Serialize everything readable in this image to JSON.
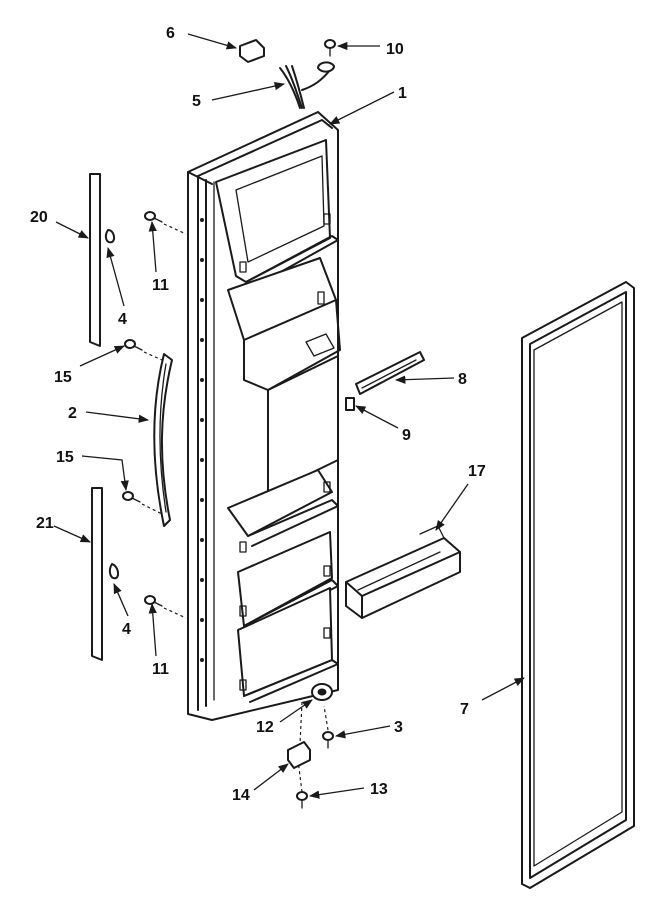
{
  "callouts": {
    "c1": "1",
    "c2": "2",
    "c3": "3",
    "c4a": "4",
    "c4b": "4",
    "c5": "5",
    "c6": "6",
    "c7": "7",
    "c8": "8",
    "c9": "9",
    "c10": "10",
    "c11a": "11",
    "c11b": "11",
    "c12": "12",
    "c13": "13",
    "c14": "14",
    "c15a": "15",
    "c15b": "15",
    "c17": "17",
    "c20": "20",
    "c21": "21"
  }
}
